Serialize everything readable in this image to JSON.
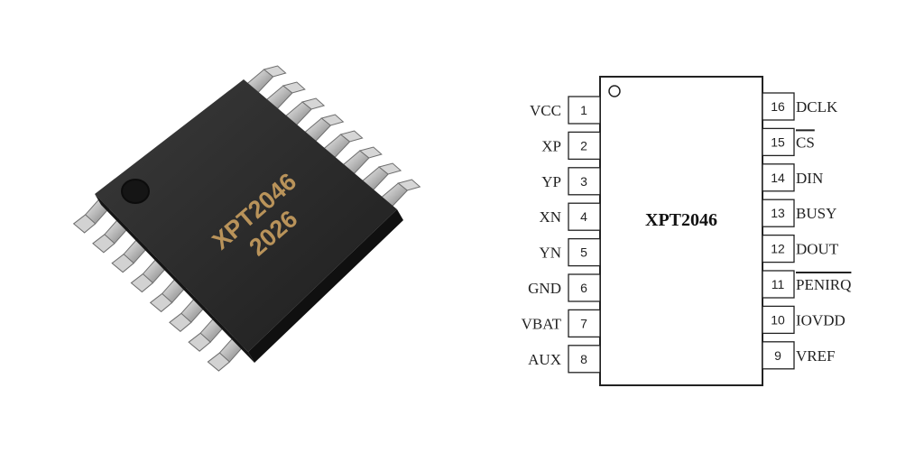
{
  "photo": {
    "marking_line1": "XPT2046",
    "marking_line2": "2026"
  },
  "diagram": {
    "chip_name": "XPT2046",
    "left_pins": [
      {
        "num": "1",
        "name": "VCC"
      },
      {
        "num": "2",
        "name": "XP"
      },
      {
        "num": "3",
        "name": "YP"
      },
      {
        "num": "4",
        "name": "XN"
      },
      {
        "num": "5",
        "name": "YN"
      },
      {
        "num": "6",
        "name": "GND"
      },
      {
        "num": "7",
        "name": "VBAT"
      },
      {
        "num": "8",
        "name": "AUX"
      }
    ],
    "right_pins": [
      {
        "num": "16",
        "name": "DCLK",
        "overline": false
      },
      {
        "num": "15",
        "name": "CS",
        "overline": true
      },
      {
        "num": "14",
        "name": "DIN",
        "overline": false
      },
      {
        "num": "13",
        "name": "BUSY",
        "overline": false
      },
      {
        "num": "12",
        "name": "DOUT",
        "overline": false
      },
      {
        "num": "11",
        "name": "PENIRQ",
        "overline": true
      },
      {
        "num": "10",
        "name": "IOVDD",
        "overline": false
      },
      {
        "num": "9",
        "name": "VREF",
        "overline": false
      }
    ]
  },
  "colors": {
    "chip_body": "#2a2a2a",
    "marking": "#b9935a",
    "lead": "#c8c8c8"
  }
}
